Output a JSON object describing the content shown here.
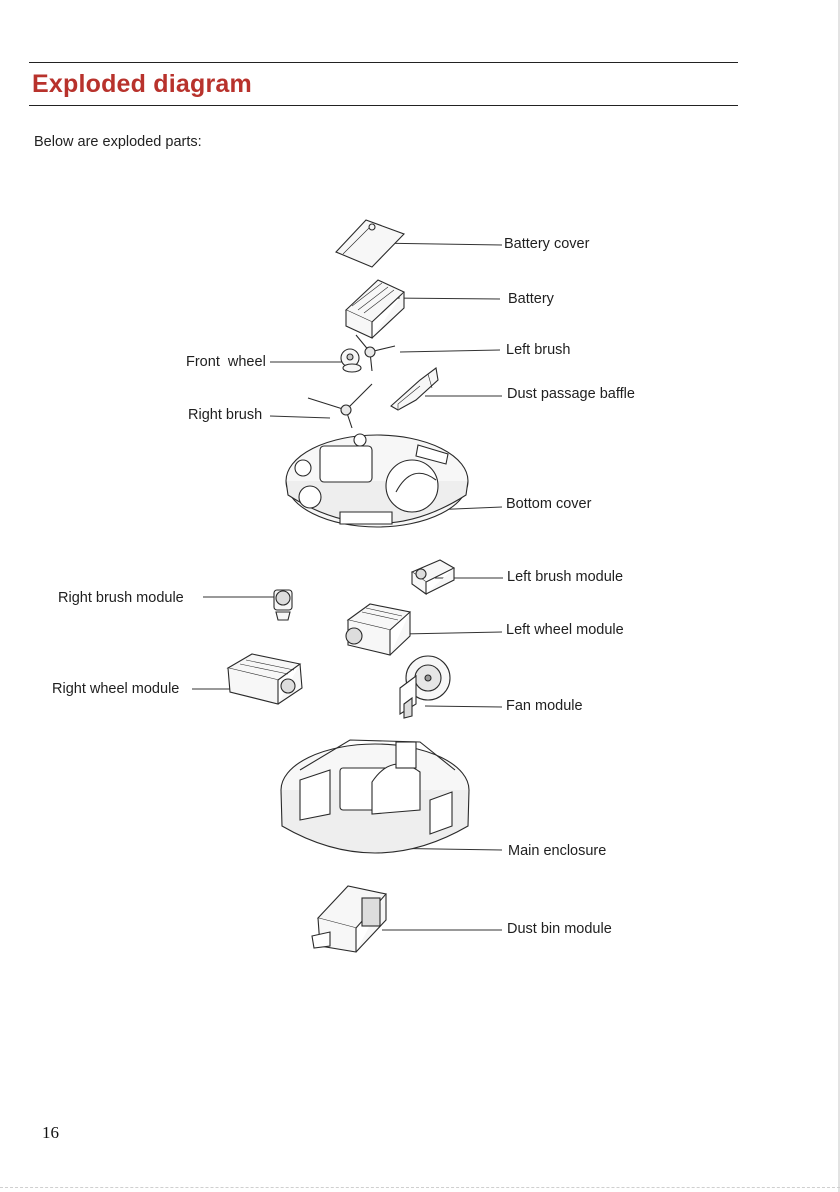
{
  "header": {
    "title": "Exploded diagram"
  },
  "intro": "Below are exploded parts:",
  "labels": {
    "battery_cover": "Battery cover",
    "battery": "Battery",
    "left_brush": "Left brush",
    "dust_passage_baffle": "Dust passage baffle",
    "front_wheel": "Front  wheel",
    "right_brush": "Right brush",
    "bottom_cover": "Bottom cover",
    "left_brush_module": "Left brush module",
    "right_brush_module": "Right brush module",
    "left_wheel_module": "Left wheel module",
    "right_wheel_module": "Right wheel module",
    "fan_module": "Fan module",
    "main_enclosure": "Main enclosure",
    "dust_bin_module": "Dust bin module"
  },
  "footer": {
    "page_number": "16"
  },
  "colors": {
    "title": "#b8322c",
    "text": "#1f1f1f",
    "line": "#333333"
  }
}
